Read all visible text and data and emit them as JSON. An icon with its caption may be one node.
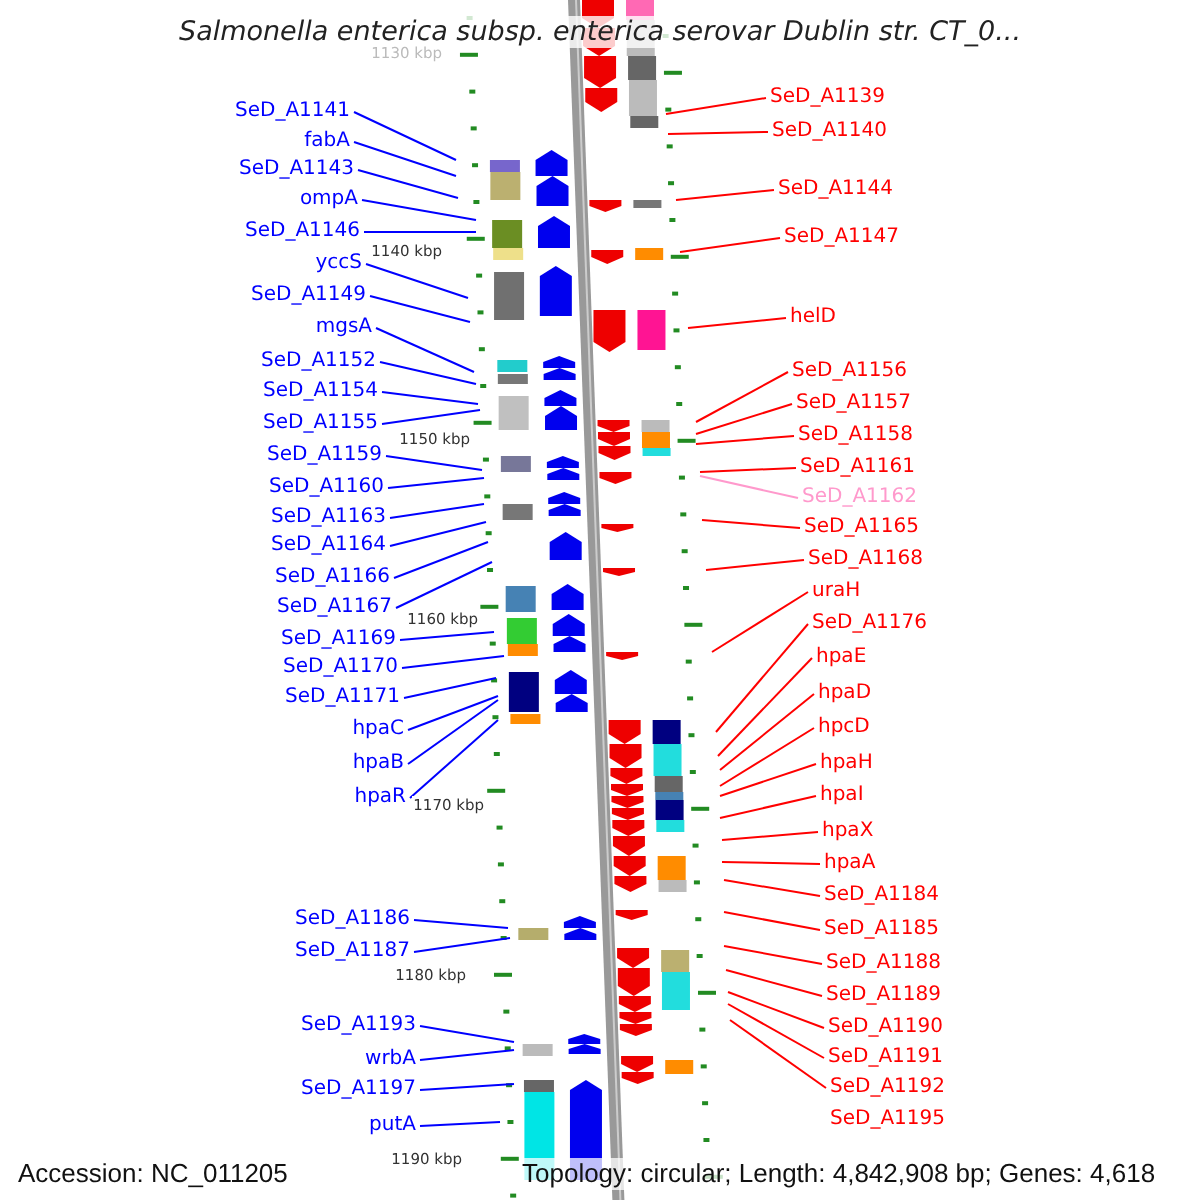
{
  "diagram": {
    "title": "Salmonella enterica subsp. enterica serovar Dublin str. CT_0...",
    "nodes": [
      {
        "text": [
          "SeD_A1141"
        ]
      },
      {
        "text": [
          "fabA"
        ]
      },
      {
        "text": [
          "SeD_A1143"
        ]
      },
      {
        "text": [
          "ompA"
        ]
      },
      {
        "text": [
          "SeD_A1146"
        ]
      },
      {
        "text": [
          "yccS"
        ]
      },
      {
        "text": [
          "SeD_A1149"
        ]
      },
      {
        "text": [
          "mgsA"
        ]
      },
      {
        "text": [
          "SeD_A1152"
        ]
      },
      {
        "text": [
          "SeD_A1154"
        ]
      },
      {
        "text": [
          "SeD_A1155"
        ]
      },
      {
        "text": [
          "SeD_A1159"
        ]
      },
      {
        "text": [
          "SeD_A1160"
        ]
      },
      {
        "text": [
          "SeD_A1163"
        ]
      },
      {
        "text": [
          "SeD_A1164"
        ]
      },
      {
        "text": [
          "SeD_A1166"
        ]
      },
      {
        "text": [
          "SeD_A1167"
        ]
      },
      {
        "text": [
          "SeD_A1169"
        ]
      },
      {
        "text": [
          "SeD_A1170"
        ]
      },
      {
        "text": [
          "SeD_A1171"
        ]
      },
      {
        "text": [
          "hpaC"
        ]
      },
      {
        "text": [
          "hpaB"
        ]
      },
      {
        "text": [
          "hpaR"
        ]
      },
      {
        "text": [
          "SeD_A1186"
        ]
      },
      {
        "text": [
          "SeD_A1187"
        ]
      },
      {
        "text": [
          "SeD_A1193"
        ]
      },
      {
        "text": [
          "wrbA"
        ]
      },
      {
        "text": [
          "SeD_A1197"
        ]
      },
      {
        "text": [
          "putA"
        ]
      },
      {
        "text": [
          "SeD_A1139"
        ]
      },
      {
        "text": [
          "SeD_A1140"
        ]
      },
      {
        "text": [
          "SeD_A1144"
        ]
      },
      {
        "text": [
          "SeD_A1147"
        ]
      },
      {
        "text": [
          "helD"
        ]
      },
      {
        "text": [
          "SeD_A1156"
        ]
      },
      {
        "text": [
          "SeD_A1157"
        ]
      },
      {
        "text": [
          "SeD_A1158"
        ]
      },
      {
        "text": [
          "SeD_A1161"
        ]
      },
      {
        "text": [
          "SeD_A1162"
        ]
      },
      {
        "text": [
          "SeD_A1165"
        ]
      },
      {
        "text": [
          "SeD_A1168"
        ]
      },
      {
        "text": [
          "uraH"
        ]
      },
      {
        "text": [
          "SeD_A1176"
        ]
      },
      {
        "text": [
          "hpaE"
        ]
      },
      {
        "text": [
          "hpaD"
        ]
      },
      {
        "text": [
          "hpcD"
        ]
      },
      {
        "text": [
          "hpaH"
        ]
      },
      {
        "text": [
          "hpaI"
        ]
      },
      {
        "text": [
          "hpaX"
        ]
      },
      {
        "text": [
          "hpaA"
        ]
      },
      {
        "text": [
          "SeD_A1184"
        ]
      },
      {
        "text": [
          "SeD_A1185"
        ]
      },
      {
        "text": [
          "SeD_A1188"
        ]
      },
      {
        "text": [
          "SeD_A1189"
        ]
      },
      {
        "text": [
          "SeD_A1190"
        ]
      },
      {
        "text": [
          "SeD_A1191"
        ]
      },
      {
        "text": [
          "SeD_A1192"
        ]
      },
      {
        "text": [
          "SeD_A1195"
        ]
      }
    ],
    "edges": [
      {
        "from": 0,
        "to": null,
        "arrow": "none",
        "color": "#0000ff"
      },
      {
        "from": 1,
        "to": null,
        "arrow": "none",
        "color": "#0000ff"
      },
      {
        "from": 2,
        "to": null,
        "arrow": "none",
        "color": "#0000ff"
      },
      {
        "from": 3,
        "to": null,
        "arrow": "none",
        "color": "#0000ff"
      },
      {
        "from": 4,
        "to": null,
        "arrow": "none",
        "color": "#0000ff"
      },
      {
        "from": 5,
        "to": null,
        "arrow": "none",
        "color": "#0000ff"
      },
      {
        "from": 6,
        "to": null,
        "arrow": "none",
        "color": "#0000ff"
      },
      {
        "from": 7,
        "to": null,
        "arrow": "none",
        "color": "#0000ff"
      },
      {
        "from": 8,
        "to": null,
        "arrow": "none",
        "color": "#0000ff"
      },
      {
        "from": 9,
        "to": null,
        "arrow": "none",
        "color": "#0000ff"
      },
      {
        "from": 10,
        "to": null,
        "arrow": "none",
        "color": "#0000ff"
      },
      {
        "from": 11,
        "to": null,
        "arrow": "none",
        "color": "#0000ff"
      },
      {
        "from": 12,
        "to": null,
        "arrow": "none",
        "color": "#0000ff"
      },
      {
        "from": 13,
        "to": null,
        "arrow": "none",
        "color": "#0000ff"
      },
      {
        "from": 14,
        "to": null,
        "arrow": "none",
        "color": "#0000ff"
      },
      {
        "from": 15,
        "to": null,
        "arrow": "none",
        "color": "#0000ff"
      },
      {
        "from": 16,
        "to": null,
        "arrow": "none",
        "color": "#0000ff"
      },
      {
        "from": 17,
        "to": null,
        "arrow": "none",
        "color": "#0000ff"
      },
      {
        "from": 18,
        "to": null,
        "arrow": "none",
        "color": "#0000ff"
      },
      {
        "from": 19,
        "to": null,
        "arrow": "none",
        "color": "#0000ff"
      },
      {
        "from": 20,
        "to": null,
        "arrow": "none",
        "color": "#0000ff"
      },
      {
        "from": 21,
        "to": null,
        "arrow": "none",
        "color": "#0000ff"
      },
      {
        "from": 22,
        "to": null,
        "arrow": "none",
        "color": "#0000ff"
      },
      {
        "from": 23,
        "to": null,
        "arrow": "none",
        "color": "#0000ff"
      },
      {
        "from": 24,
        "to": null,
        "arrow": "none",
        "color": "#0000ff"
      },
      {
        "from": 25,
        "to": null,
        "arrow": "none",
        "color": "#0000ff"
      },
      {
        "from": 26,
        "to": null,
        "arrow": "none",
        "color": "#0000ff"
      },
      {
        "from": 27,
        "to": null,
        "arrow": "none",
        "color": "#0000ff"
      },
      {
        "from": 28,
        "to": null,
        "arrow": "none",
        "color": "#0000ff"
      },
      {
        "from": 29,
        "to": null,
        "arrow": "none",
        "color": "#ff0000"
      },
      {
        "from": 30,
        "to": null,
        "arrow": "none",
        "color": "#ff0000"
      },
      {
        "from": 31,
        "to": null,
        "arrow": "none",
        "color": "#ff0000"
      },
      {
        "from": 32,
        "to": null,
        "arrow": "none",
        "color": "#ff0000"
      },
      {
        "from": 33,
        "to": null,
        "arrow": "none",
        "color": "#ff0000"
      },
      {
        "from": 34,
        "to": null,
        "arrow": "none",
        "color": "#ff0000"
      },
      {
        "from": 35,
        "to": null,
        "arrow": "none",
        "color": "#ff0000"
      },
      {
        "from": 36,
        "to": null,
        "arrow": "none",
        "color": "#ff0000"
      },
      {
        "from": 37,
        "to": null,
        "arrow": "none",
        "color": "#ff0000"
      },
      {
        "from": 38,
        "to": null,
        "arrow": "none",
        "color": "#ff99cc"
      },
      {
        "from": 39,
        "to": null,
        "arrow": "none",
        "color": "#ff0000"
      },
      {
        "from": 40,
        "to": null,
        "arrow": "none",
        "color": "#ff0000"
      },
      {
        "from": 41,
        "to": null,
        "arrow": "none",
        "color": "#ff0000"
      },
      {
        "from": 42,
        "to": null,
        "arrow": "none",
        "color": "#ff0000"
      },
      {
        "from": 43,
        "to": null,
        "arrow": "none",
        "color": "#ff0000"
      },
      {
        "from": 44,
        "to": null,
        "arrow": "none",
        "color": "#ff0000"
      },
      {
        "from": 45,
        "to": null,
        "arrow": "none",
        "color": "#ff0000"
      },
      {
        "from": 46,
        "to": null,
        "arrow": "none",
        "color": "#ff0000"
      },
      {
        "from": 47,
        "to": null,
        "arrow": "none",
        "color": "#ff0000"
      },
      {
        "from": 48,
        "to": null,
        "arrow": "none",
        "color": "#ff0000"
      },
      {
        "from": 49,
        "to": null,
        "arrow": "none",
        "color": "#ff0000"
      },
      {
        "from": 50,
        "to": null,
        "arrow": "none",
        "color": "#ff0000"
      },
      {
        "from": 51,
        "to": null,
        "arrow": "none",
        "color": "#ff0000"
      },
      {
        "from": 52,
        "to": null,
        "arrow": "none",
        "color": "#ff0000"
      },
      {
        "from": 53,
        "to": null,
        "arrow": "none",
        "color": "#ff0000"
      },
      {
        "from": 54,
        "to": null,
        "arrow": "none",
        "color": "#ff0000"
      },
      {
        "from": 55,
        "to": null,
        "arrow": "none",
        "color": "#ff0000"
      },
      {
        "from": 56,
        "to": null,
        "arrow": "none",
        "color": "#ff0000"
      }
    ],
    "labels": [
      "1130 kbp",
      "1140 kbp",
      "1150 kbp",
      "1160 kbp",
      "1170 kbp",
      "1180 kbp",
      "1190 kbp",
      "Accession: NC_011205",
      "Topology: circular; Length: 4,842,908 bp; Genes: 4,618"
    ]
  }
}
